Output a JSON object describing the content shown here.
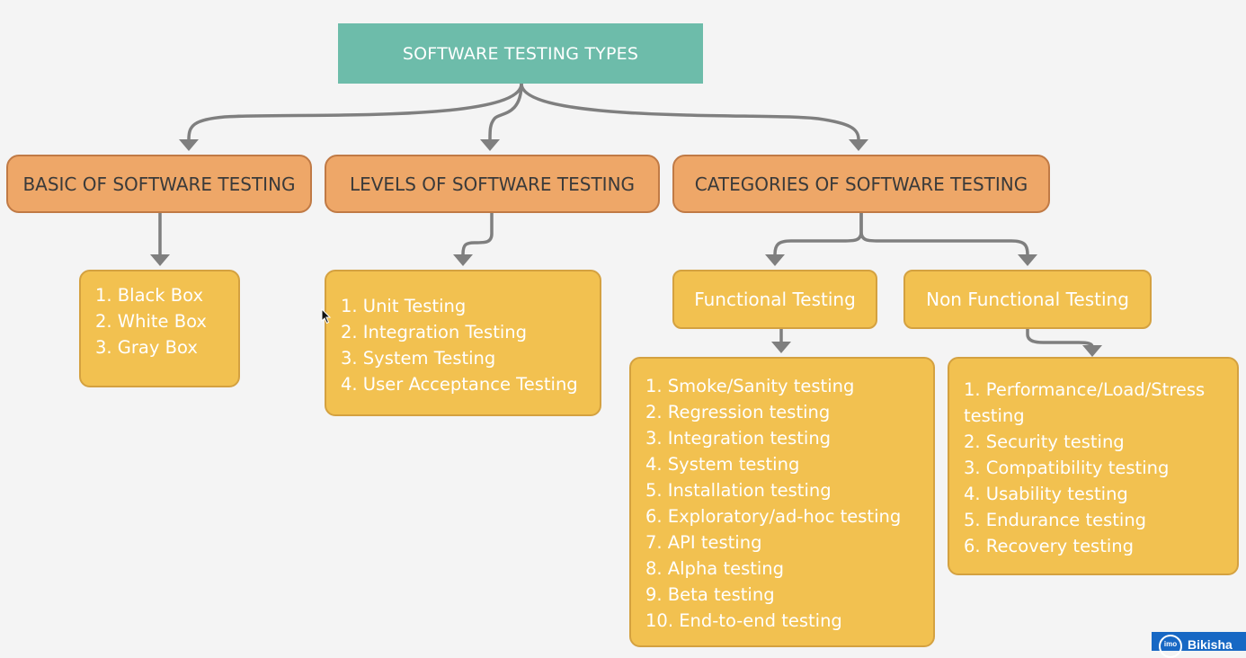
{
  "root": {
    "title": "SOFTWARE TESTING TYPES"
  },
  "topics": {
    "basic": "BASIC OF SOFTWARE TESTING",
    "levels": "LEVELS OF SOFTWARE TESTING",
    "categories": "CATEGORIES OF SOFTWARE TESTING"
  },
  "basic_items": [
    "1. Black Box",
    "2. White Box",
    "3. Gray Box"
  ],
  "levels_items": [
    "1. Unit Testing",
    "2. Integration Testing",
    "3. System Testing",
    "4. User Acceptance Testing"
  ],
  "categories": {
    "functional": "Functional Testing",
    "non_functional": "Non Functional Testing"
  },
  "functional_items": [
    "1. Smoke/Sanity testing",
    "2. Regression testing",
    "3. Integration testing",
    "4. System testing",
    "5. Installation testing",
    "6. Exploratory/ad-hoc testing",
    "7. API testing",
    "8. Alpha testing",
    "9. Beta testing",
    "10. End-to-end testing"
  ],
  "non_functional_items": [
    "1. Performance/Load/Stress testing",
    "2. Security testing",
    "3. Compatibility testing",
    "4. Usability testing",
    "5. Endurance testing",
    "6. Recovery testing"
  ],
  "badge": {
    "logo": "imo",
    "name": "Bikisha"
  },
  "colors": {
    "root": "#6dbcaa",
    "topic": "#eea768",
    "item": "#f2c150",
    "connector": "#7f7f7f",
    "badge": "#1768c4"
  }
}
